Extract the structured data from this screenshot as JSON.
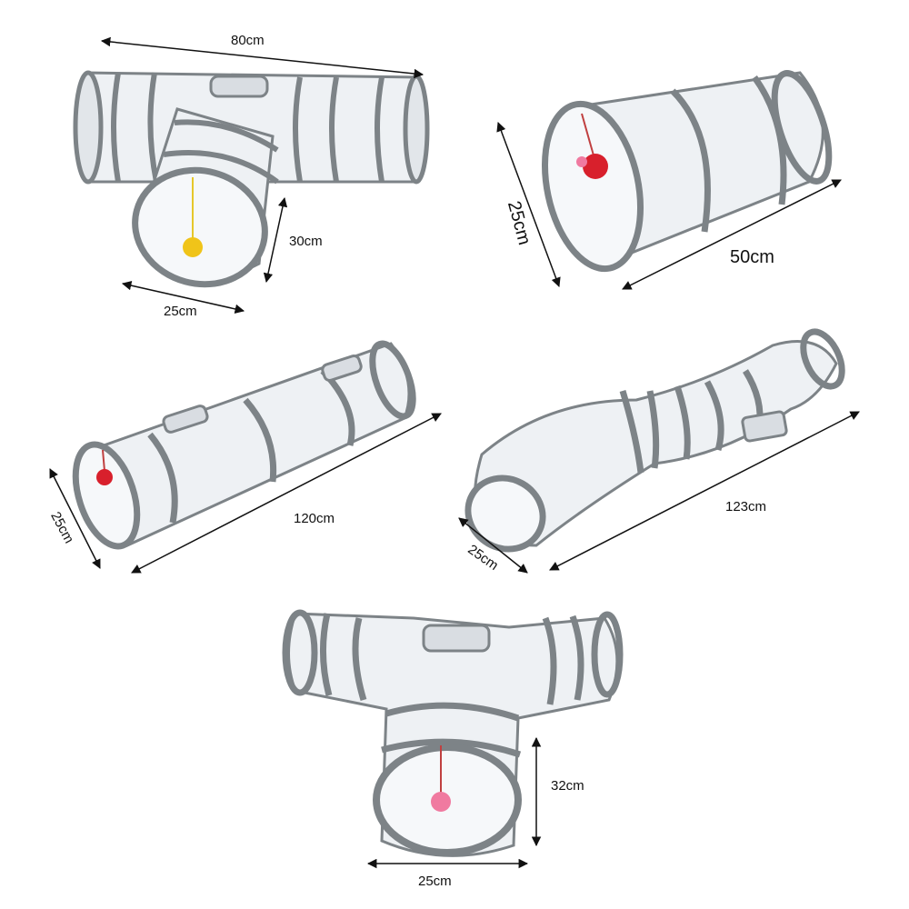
{
  "colors": {
    "fabric": "#eef1f4",
    "fabric_shade": "#d9dde2",
    "trim": "#7d8387",
    "arrow": "#111111",
    "ball_yellow": "#f0c419",
    "ball_red": "#d8202c",
    "ball_pink": "#f07aa0"
  },
  "products": [
    {
      "name": "t-tunnel-top",
      "dimensions": [
        "80cm",
        "30cm",
        "25cm"
      ],
      "toy": "yellow pom-pom ball"
    },
    {
      "name": "straight-tunnel-short",
      "dimensions": [
        "25cm",
        "50cm"
      ],
      "toy": "red pom-pom ball"
    },
    {
      "name": "straight-tunnel-long",
      "dimensions": [
        "25cm",
        "120cm"
      ],
      "toy": "red pom-pom ball"
    },
    {
      "name": "s-tunnel",
      "dimensions": [
        "123cm",
        "25cm"
      ],
      "toy": ""
    },
    {
      "name": "t-tunnel-bottom",
      "dimensions": [
        "32cm",
        "25cm"
      ],
      "toy": "pink bell ball"
    }
  ]
}
